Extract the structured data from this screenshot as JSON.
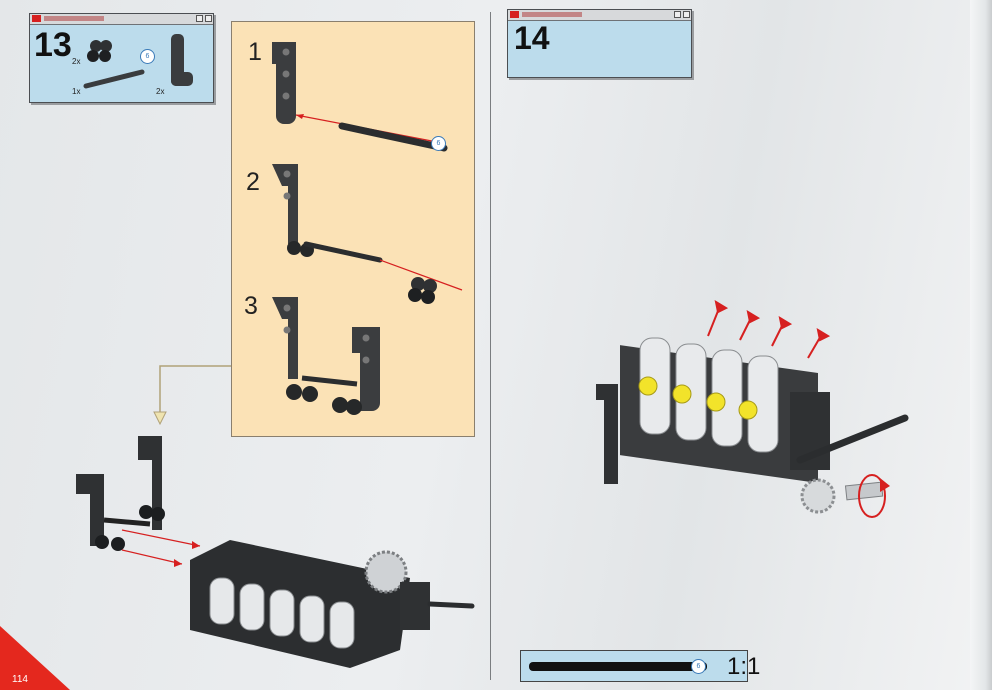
{
  "page": {
    "number": "114"
  },
  "step13": {
    "number": "13",
    "parts": [
      {
        "name": "double-bushing",
        "qty": "2x"
      },
      {
        "name": "axle-6",
        "qty": "1x",
        "length_badge": "6"
      },
      {
        "name": "l-beam",
        "qty": "2x"
      }
    ]
  },
  "substeps": {
    "labels": [
      "1",
      "2",
      "3"
    ],
    "axle_badge": "6"
  },
  "step14": {
    "number": "14"
  },
  "scale": {
    "text": "1:1",
    "badge": "6"
  },
  "colors": {
    "panel": "#bcdcec",
    "substep_bg": "#fbe2b6",
    "arrow": "#d62020",
    "corner": "#e4281e"
  }
}
